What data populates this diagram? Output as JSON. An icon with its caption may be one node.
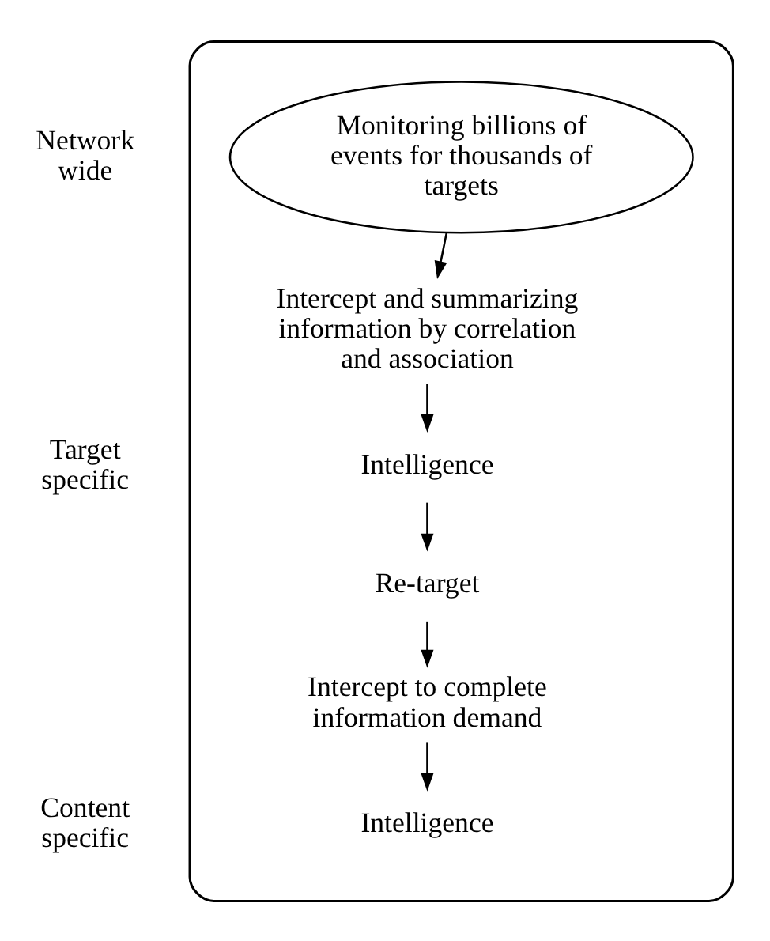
{
  "diagram": {
    "nodes": [
      {
        "text": [],
        "shape": "cylinder"
      },
      {
        "text": [
          "Monitoring billions of events for thousands of targets"
        ],
        "in": 0
      },
      {
        "text": [
          "Intercept and summarizing information by correlation and association"
        ],
        "in": 0
      },
      {
        "text": [
          "Intelligence"
        ],
        "in": 0
      },
      {
        "text": [
          "Re-target"
        ],
        "in": 0
      },
      {
        "text": [
          "Intercept to complete information demand"
        ],
        "in": 0
      },
      {
        "text": [
          "Intelligence"
        ],
        "in": 0
      }
    ],
    "edges": [
      {
        "from": 1,
        "to": 2,
        "arrow": "to"
      },
      {
        "from": 2,
        "to": 3,
        "arrow": "to"
      },
      {
        "from": 3,
        "to": 4,
        "arrow": "to"
      },
      {
        "from": 4,
        "to": 5,
        "arrow": "to"
      },
      {
        "from": 5,
        "to": 6,
        "arrow": "to"
      }
    ],
    "labels": [
      "Network wide",
      "Target specific",
      "Content specific"
    ]
  }
}
